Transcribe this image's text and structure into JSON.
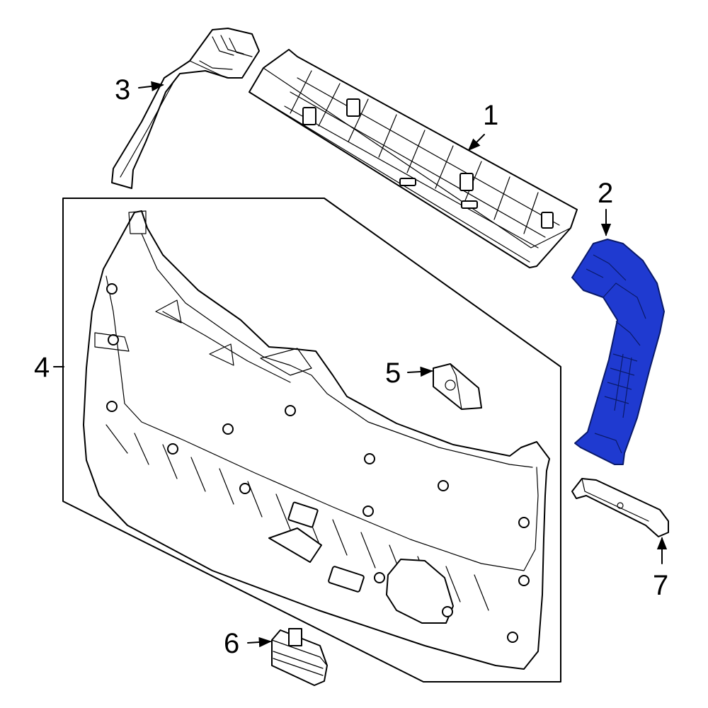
{
  "diagram": {
    "callouts": [
      {
        "id": "1",
        "text": "1"
      },
      {
        "id": "2",
        "text": "2"
      },
      {
        "id": "3",
        "text": "3"
      },
      {
        "id": "4",
        "text": "4"
      },
      {
        "id": "5",
        "text": "5"
      },
      {
        "id": "6",
        "text": "6"
      },
      {
        "id": "7",
        "text": "7"
      }
    ],
    "highlight_part": "2",
    "colors": {
      "highlight": "#1f3ad0",
      "line": "#000000",
      "background": "#ffffff"
    }
  }
}
